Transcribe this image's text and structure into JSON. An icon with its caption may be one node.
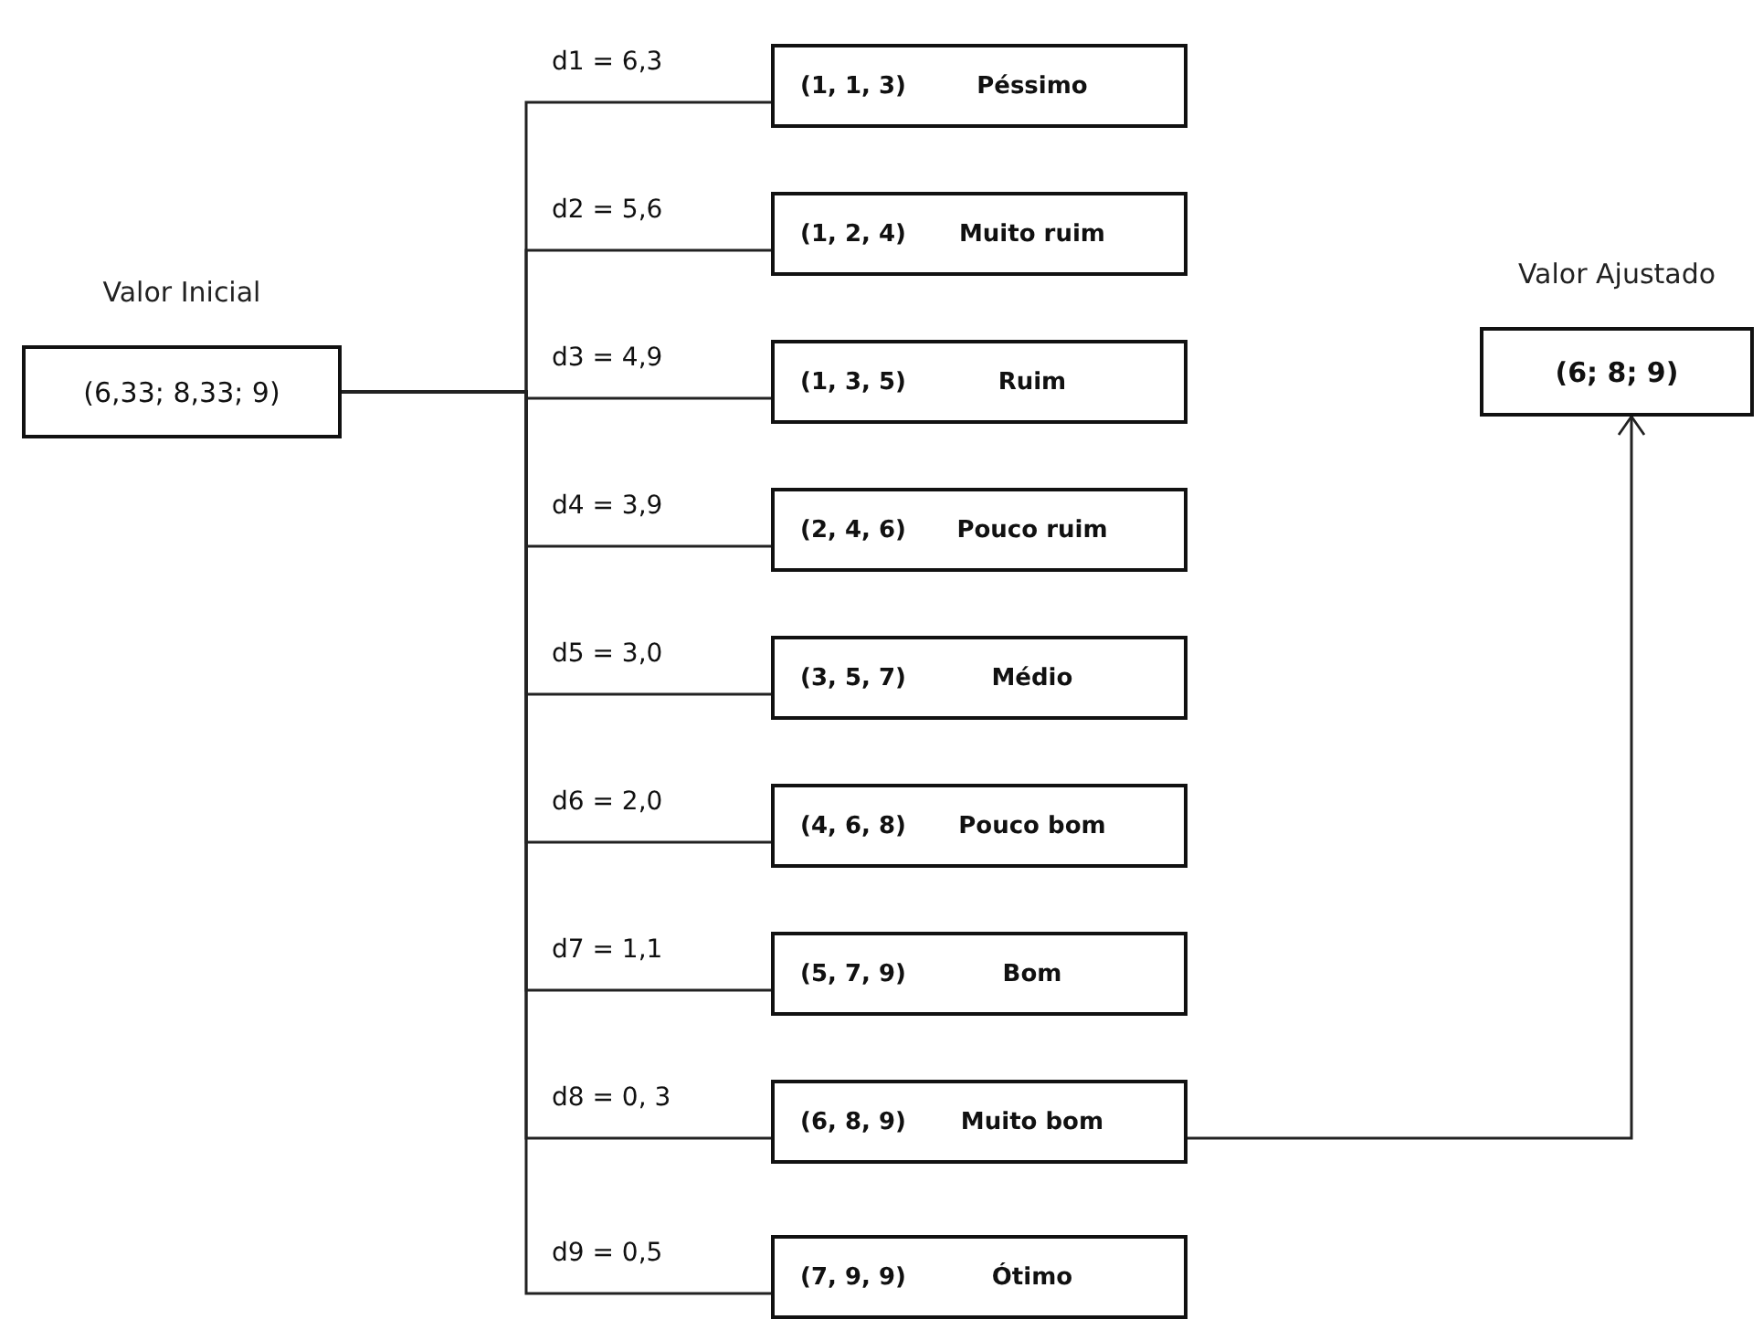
{
  "diagram": {
    "nodes": [
      {
        "text": [
          "Valor Inicial",
          "(6,33; 8,33; 9)"
        ]
      },
      {
        "text": [
          "(1, 1, 3)",
          "Péssimo"
        ]
      },
      {
        "text": [
          "(1, 2, 4)",
          "Muito ruim"
        ]
      },
      {
        "text": [
          "(1, 3, 5)",
          "Ruim"
        ]
      },
      {
        "text": [
          "(2, 4, 6)",
          "Pouco ruim"
        ]
      },
      {
        "text": [
          "(3, 5, 7)",
          "Médio"
        ]
      },
      {
        "text": [
          "(4, 6, 8)",
          "Pouco bom"
        ]
      },
      {
        "text": [
          "(5, 7, 9)",
          "Bom"
        ]
      },
      {
        "text": [
          "(6, 8, 9)",
          "Muito bom"
        ]
      },
      {
        "text": [
          "(7, 9, 9)",
          "Ótimo"
        ]
      },
      {
        "text": [
          "Valor Ajustado",
          "(6; 8; 9)"
        ]
      }
    ],
    "edges": [
      {
        "from": 0,
        "to": 1,
        "arrow": "none",
        "label": "d1 = 6,3"
      },
      {
        "from": 0,
        "to": 2,
        "arrow": "none",
        "label": "d2 = 5,6"
      },
      {
        "from": 0,
        "to": 3,
        "arrow": "none",
        "label": "d3 = 4,9"
      },
      {
        "from": 0,
        "to": 4,
        "arrow": "none",
        "label": "d4 = 3,9"
      },
      {
        "from": 0,
        "to": 5,
        "arrow": "none",
        "label": "d5 = 3,0"
      },
      {
        "from": 0,
        "to": 6,
        "arrow": "none",
        "label": "d6 = 2,0"
      },
      {
        "from": 0,
        "to": 7,
        "arrow": "none",
        "label": "d7 = 1,1"
      },
      {
        "from": 0,
        "to": 8,
        "arrow": "none",
        "label": "d8 = 0, 3"
      },
      {
        "from": 0,
        "to": 9,
        "arrow": "none",
        "label": "d9 = 0,5"
      },
      {
        "from": 8,
        "to": 10,
        "arrow": "to"
      }
    ]
  }
}
